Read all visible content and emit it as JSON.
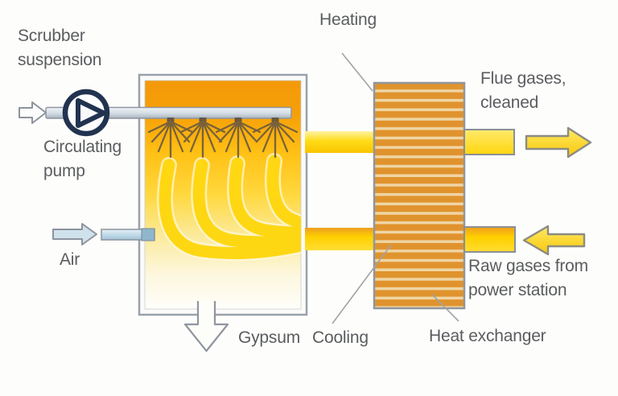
{
  "title": "Flue gas scrubber with heat exchanger diagram",
  "labels": {
    "scrubber_suspension": "Scrubber\nsuspension",
    "circulating_pump": "Circulating\npump",
    "heating": "Heating",
    "flue_gases_cleaned": "Flue gases,\ncleaned",
    "air": "Air",
    "gypsum": "Gypsum",
    "cooling": "Cooling",
    "raw_gases": "Raw gases from\npower station",
    "heat_exchanger": "Heat exchanger"
  },
  "icons": {
    "pump-icon": "circle-with-right-triangle",
    "suspension-flow-arrow-icon": "white right arrow",
    "air-flow-arrow-icon": "light-blue right arrow",
    "clean-gas-arrow-icon": "yellow right arrow",
    "raw-gas-arrow-icon": "yellow left arrow",
    "gypsum-arrow-icon": "white down arrow",
    "spray-nozzle-icon": "downward spray fan x4"
  },
  "colors": {
    "background": "#fdfdfb",
    "text": "#5a5c5f",
    "outline": "#9096a0",
    "tank_orange": "#f4990a",
    "flow_yellow": "#ffd60a",
    "pale_yellow": "#fdf3cf",
    "hx_orange": "#e0932d",
    "hx_stripe": "#efd5a4",
    "pipe_steel": "#c3ced8",
    "air_blue": "#cfe2ec",
    "pump_navy": "#223350",
    "spray_brown": "#6e5c3e"
  }
}
